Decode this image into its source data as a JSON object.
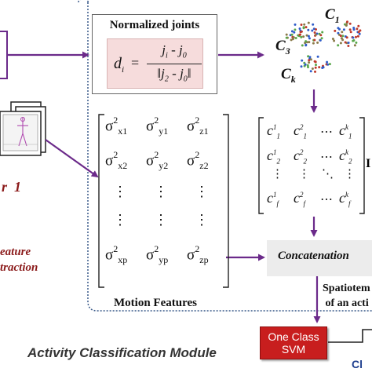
{
  "normalized_joints": {
    "title": "Normalized joints",
    "formula_lhs": "d",
    "formula_lhs_sub": "i",
    "formula_equals": "=",
    "formula_numerator": "j",
    "formula_numerator_sub_a": "i",
    "formula_numerator_op": " - j",
    "formula_numerator_sub_b": "0",
    "formula_denominator": "‖j",
    "formula_denominator_sub_a": "2",
    "formula_denominator_op": " - j",
    "formula_denominator_sub_b": "0",
    "formula_denominator_end": "‖"
  },
  "clusters": {
    "c1": {
      "letter": "C",
      "sub": "1"
    },
    "c3": {
      "letter": "C",
      "sub": "3"
    },
    "ck": {
      "letter": "C",
      "sub": "k"
    },
    "colors": [
      "#2e5cc9",
      "#c0392b",
      "#8a7a4a",
      "#5aa84a"
    ]
  },
  "motion_matrix": {
    "rows": [
      [
        "σ",
        "2",
        "x1",
        "σ",
        "2",
        "y1",
        "σ",
        "2",
        "z1"
      ],
      [
        "σ",
        "2",
        "x2",
        "σ",
        "2",
        "y2",
        "σ",
        "2",
        "z2"
      ],
      [
        "σ",
        "2",
        "xp",
        "σ",
        "2",
        "yp",
        "σ",
        "2",
        "zp"
      ]
    ],
    "vdots": "⋮"
  },
  "c_matrix": {
    "rows": [
      [
        "c",
        "1",
        "1",
        "c",
        "2",
        "1",
        "⋯",
        "c",
        "k",
        "1"
      ],
      [
        "c",
        "1",
        "2",
        "c",
        "2",
        "2",
        "⋯",
        "c",
        "k",
        "2"
      ],
      [
        "c",
        "1",
        "f",
        "c",
        "2",
        "f",
        "⋯",
        "c",
        "k",
        "f"
      ]
    ],
    "vdots": "⋮",
    "ddots": "⋱"
  },
  "labels": {
    "motion_features": "Motion Features",
    "concatenation": "Concatenation",
    "spatio_line1": "Spatiotem",
    "spatio_line2": " of an acti",
    "svm_line1": "One Class",
    "svm_line2": "SVM",
    "module": "Activity Classification Module",
    "feature_line1": "eature",
    "feature_line2": "traction",
    "frame_label": "r  1",
    "cl": "Cl",
    "right_cut": "I"
  },
  "colors": {
    "arrow": "#6b2a8a",
    "svm_fill": "#c81e1e",
    "module_border": "#3a5a8a",
    "formula_bg": "#f6dcdc"
  }
}
